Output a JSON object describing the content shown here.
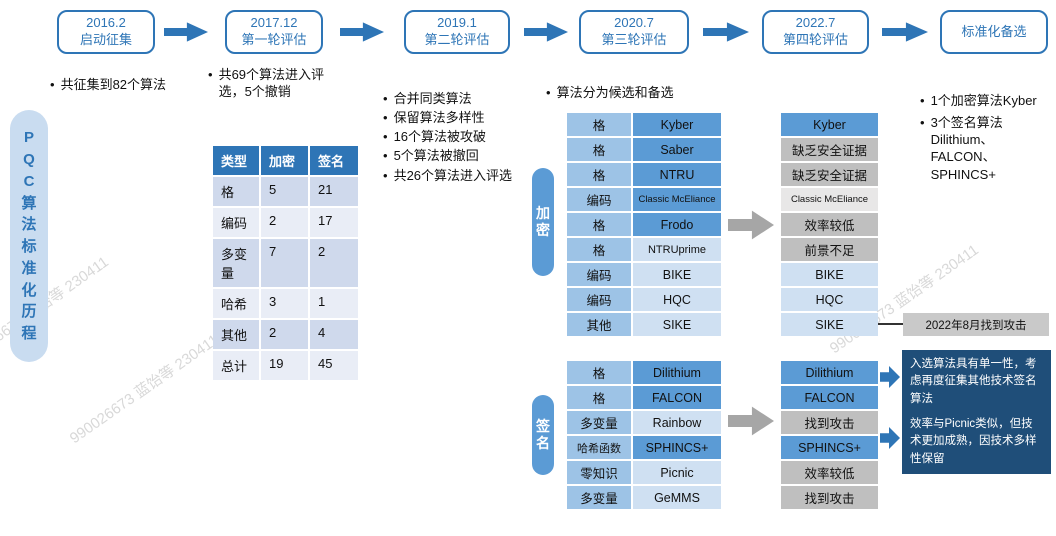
{
  "watermark": {
    "text": "990026673 蓝饴等 230411"
  },
  "banner": {
    "text": "PQC算法标准化历程"
  },
  "timeline": {
    "steps": [
      {
        "date": "2016.2",
        "label": "启动征集"
      },
      {
        "date": "2017.12",
        "label": "第一轮评估"
      },
      {
        "date": "2019.1",
        "label": "第二轮评估"
      },
      {
        "date": "2020.7",
        "label": "第三轮评估"
      },
      {
        "date": "2022.7",
        "label": "第四轮评估"
      },
      {
        "date": "",
        "label": "标准化备选"
      }
    ]
  },
  "stage1": {
    "bullets": [
      "共征集到82个算法"
    ]
  },
  "stage2": {
    "bullet": "共69个算法进入评选，5个撤销",
    "table": {
      "headers": [
        "类型",
        "加密",
        "签名"
      ],
      "rows": [
        [
          "格",
          "5",
          "21"
        ],
        [
          "编码",
          "2",
          "17"
        ],
        [
          "多变量",
          "7",
          "2"
        ],
        [
          "哈希",
          "3",
          "1"
        ],
        [
          "其他",
          "2",
          "4"
        ],
        [
          "总计",
          "19",
          "45"
        ]
      ]
    }
  },
  "stage3": {
    "bullets": [
      "合并同类算法",
      "保留算法多样性",
      "16个算法被攻破",
      "5个算法被撤回",
      "共26个算法进入评选"
    ]
  },
  "stage4": {
    "bullet": "算法分为候选和备选",
    "enc_label": "加密",
    "enc_rows": [
      {
        "type": "格",
        "name": "Kyber"
      },
      {
        "type": "格",
        "name": "Saber"
      },
      {
        "type": "格",
        "name": "NTRU"
      },
      {
        "type": "编码",
        "name": "Classic McEliance"
      },
      {
        "type": "格",
        "name": "Frodo"
      },
      {
        "type": "格",
        "name": "NTRUprime"
      },
      {
        "type": "编码",
        "name": "BIKE"
      },
      {
        "type": "编码",
        "name": "HQC"
      },
      {
        "type": "其他",
        "name": "SIKE"
      }
    ],
    "sig_label": "签名",
    "sig_rows": [
      {
        "type": "格",
        "name": "Dilithium"
      },
      {
        "type": "格",
        "name": "FALCON"
      },
      {
        "type": "多变量",
        "name": "Rainbow"
      },
      {
        "type": "哈希函数",
        "name": "SPHINCS+"
      },
      {
        "type": "零知识",
        "name": "Picnic"
      },
      {
        "type": "多变量",
        "name": "GeMMS"
      }
    ]
  },
  "stage5": {
    "enc_results": [
      "Kyber",
      "缺乏安全证据",
      "缺乏安全证据",
      "Classic McEliance",
      "效率较低",
      "前景不足",
      "BIKE",
      "HQC",
      "SIKE"
    ],
    "sike_note": "2022年8月找到攻击",
    "sig_results": [
      "Dilithium",
      "FALCON",
      "找到攻击",
      "SPHINCS+",
      "效率较低",
      "找到攻击"
    ]
  },
  "stage6": {
    "bullets": [
      "1个加密算法Kyber",
      "3个签名算法Dilithium、FALCON、SPHINCS+"
    ],
    "callouts": [
      "入选算法具有单一性，考虑再度征集其他技术签名算法",
      "效率与Picnic类似，但技术更加成熟，因技术多样性保留"
    ]
  }
}
